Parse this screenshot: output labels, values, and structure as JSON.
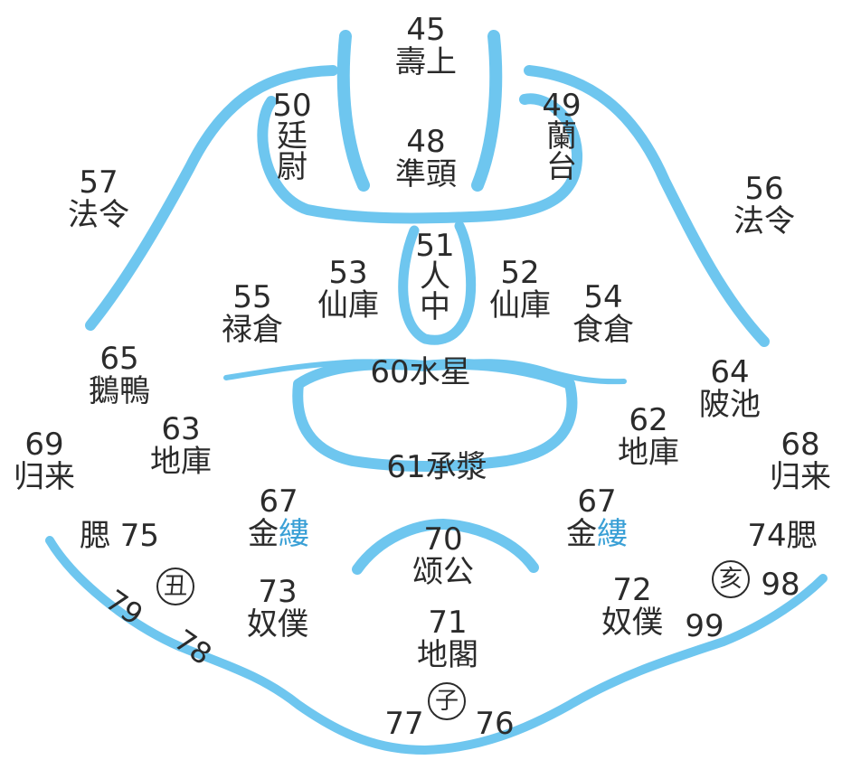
{
  "accent_color": "#6ec6ef",
  "regions": {
    "r45": {
      "num": "45",
      "name": "壽上"
    },
    "r50": {
      "num": "50",
      "name1": "廷",
      "name2": "尉"
    },
    "r48": {
      "num": "48",
      "name": "準頭"
    },
    "r49": {
      "num": "49",
      "name1": "蘭",
      "name2": "台"
    },
    "r57": {
      "num": "57",
      "name": "法令"
    },
    "r56": {
      "num": "56",
      "name": "法令"
    },
    "r51": {
      "num": "51",
      "name1": "人",
      "name2": "中"
    },
    "r53": {
      "num": "53",
      "name": "仙庫"
    },
    "r52": {
      "num": "52",
      "name": "仙庫"
    },
    "r55": {
      "num": "55",
      "name": "禄倉"
    },
    "r54": {
      "num": "54",
      "name": "食倉"
    },
    "r60": {
      "text": "60水星"
    },
    "r65": {
      "num": "65",
      "name": "鵝鴨"
    },
    "r64": {
      "num": "64",
      "name": "陂池"
    },
    "r63": {
      "num": "63",
      "name": "地庫"
    },
    "r62": {
      "num": "62",
      "name": "地庫"
    },
    "r61": {
      "text": "61承漿"
    },
    "r69": {
      "num": "69",
      "name": "归来"
    },
    "r68": {
      "num": "68",
      "name": "归来"
    },
    "r67l": {
      "num": "67",
      "name_a": "金",
      "name_b": "縷"
    },
    "r67r": {
      "num": "67",
      "name_a": "金",
      "name_b": "縷"
    },
    "r75": {
      "text": "腮 75"
    },
    "r74": {
      "text": "74腮"
    },
    "r70": {
      "num": "70",
      "name": "颂公"
    },
    "r73": {
      "num": "73",
      "name": "奴僕"
    },
    "r72": {
      "num": "72",
      "name": "奴僕"
    },
    "r71": {
      "num": "71",
      "name": "地閣"
    },
    "n79": "79",
    "n78": "78",
    "n98": "98",
    "n99": "99",
    "n77": "77",
    "n76": "76"
  },
  "zodiac": {
    "chou": "丑",
    "hai": "亥",
    "zi": "子"
  }
}
